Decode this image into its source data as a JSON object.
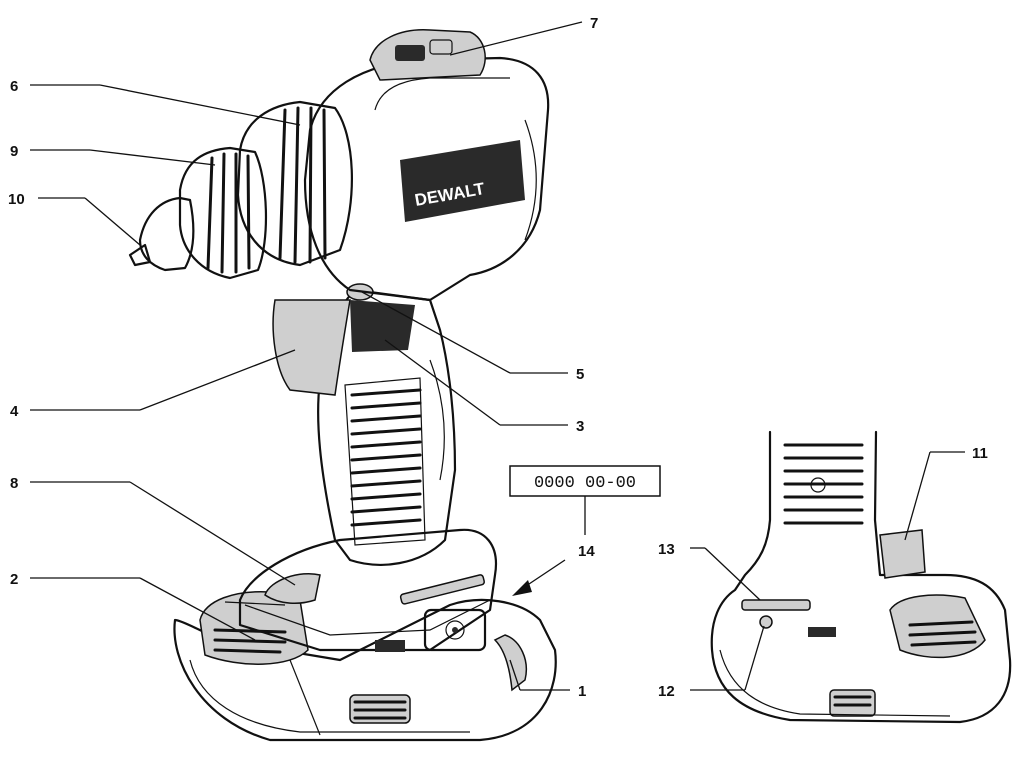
{
  "brand_label": "DEWALT",
  "date_code": "0000 00-00",
  "callouts": [
    {
      "id": "c1",
      "label": "1"
    },
    {
      "id": "c2",
      "label": "2"
    },
    {
      "id": "c3",
      "label": "3"
    },
    {
      "id": "c4",
      "label": "4"
    },
    {
      "id": "c5",
      "label": "5"
    },
    {
      "id": "c6",
      "label": "6"
    },
    {
      "id": "c7",
      "label": "7"
    },
    {
      "id": "c8",
      "label": "8"
    },
    {
      "id": "c9",
      "label": "9"
    },
    {
      "id": "c10",
      "label": "10"
    },
    {
      "id": "c11",
      "label": "11"
    },
    {
      "id": "c12",
      "label": "12"
    },
    {
      "id": "c13",
      "label": "13"
    },
    {
      "id": "c14",
      "label": "14"
    }
  ]
}
